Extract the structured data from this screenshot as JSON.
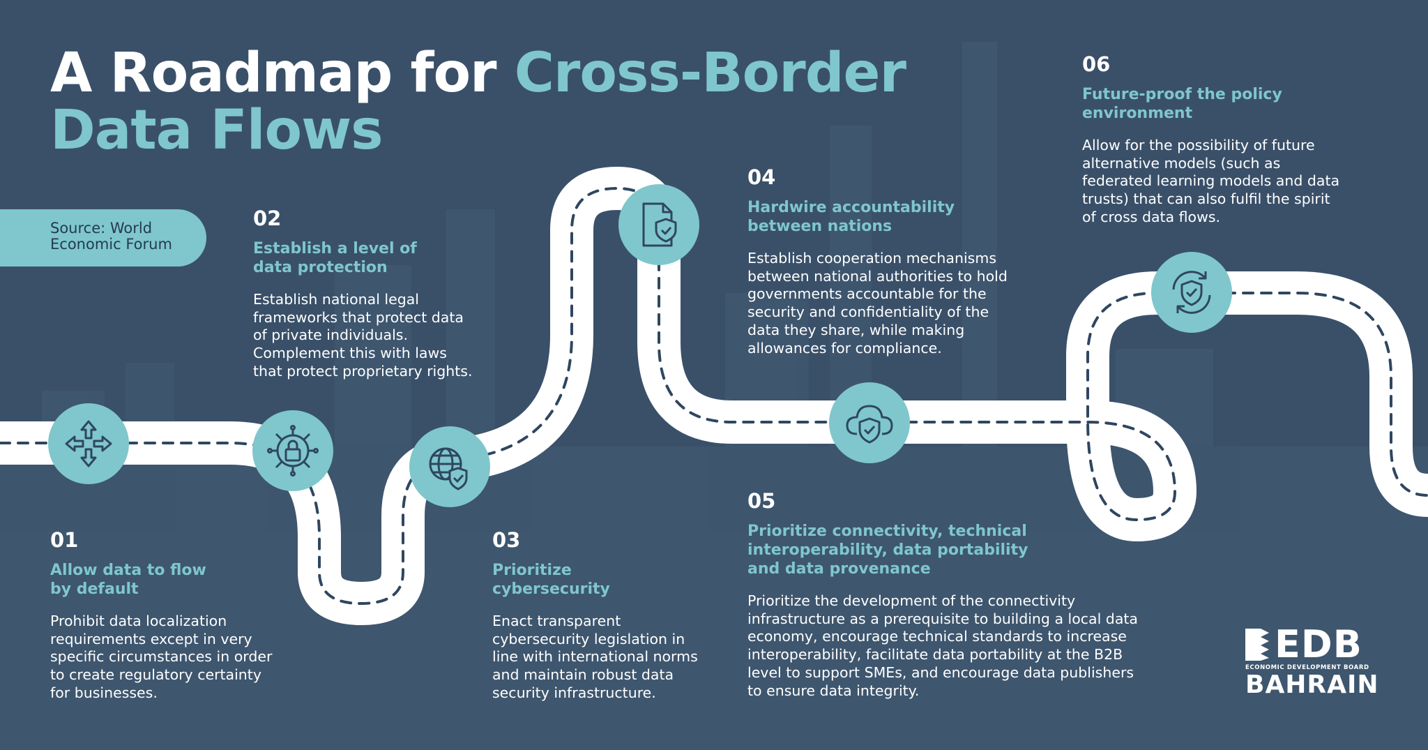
{
  "title": {
    "part1": "A Roadmap for ",
    "part2": "Cross-Border",
    "part3": "Data Flows"
  },
  "source": {
    "line1": "Source: World",
    "line2": "Economic Forum"
  },
  "steps": [
    {
      "num": "01",
      "heading": "Allow data to flow\nby default",
      "desc": "Prohibit data localization\nrequirements except in very\nspecific circumstances in order\nto create regulatory certainty\nfor businesses."
    },
    {
      "num": "02",
      "heading": "Establish a level of\ndata protection",
      "desc": "Establish national legal\nframeworks that protect data\nof private individuals.\nComplement this with laws\nthat protect proprietary rights."
    },
    {
      "num": "03",
      "heading": "Prioritize\ncybersecurity",
      "desc": "Enact transparent\ncybersecurity legislation in\nline with international norms\nand maintain robust data\nsecurity infrastructure."
    },
    {
      "num": "04",
      "heading": "Hardwire accountability\nbetween nations",
      "desc": "Establish cooperation mechanisms\nbetween national authorities to hold\ngovernments accountable for the\nsecurity and confidentiality of the\ndata they share, while making\nallowances for compliance."
    },
    {
      "num": "05",
      "heading": "Prioritize connectivity, technical\ninteroperability, data portability\nand data provenance",
      "desc": "Prioritize the development of the connectivity\ninfrastructure as a prerequisite to building a local data\neconomy, encourage technical standards to increase\ninteroperability, facilitate data portability at the B2B\nlevel to support SMEs, and encourage data publishers\nto ensure data integrity."
    },
    {
      "num": "06",
      "heading": "Future-proof the policy\nenvironment",
      "desc": "Allow for the possibility of future\nalternative models (such as\nfederated learning models and data\ntrusts) that can also fulfil the spirit\nof cross data flows."
    }
  ],
  "icons": [
    "move-arrows-icon",
    "circuit-lock-icon",
    "globe-shield-icon",
    "document-shield-icon",
    "cloud-shield-icon",
    "refresh-shield-icon"
  ],
  "logo": {
    "name": "EDB",
    "subtitle": "ECONOMIC DEVELOPMENT BOARD",
    "country": "BAHRAIN"
  },
  "colors": {
    "background": "#3a5069",
    "accent": "#7fc7cc",
    "road": "#ffffff",
    "road_dash": "#2f4660"
  }
}
